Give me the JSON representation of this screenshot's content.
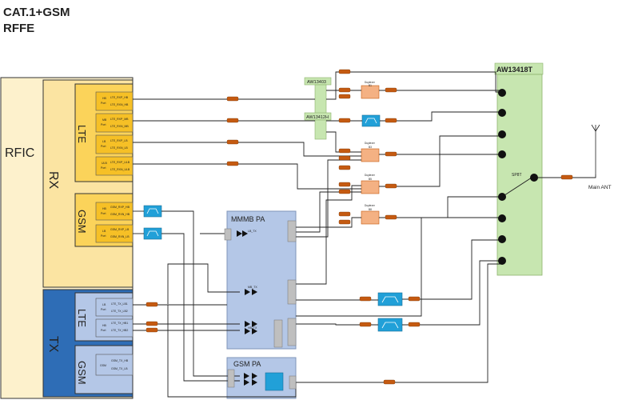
{
  "title": {
    "line1": "CAT.1+GSM",
    "line2": "RFFE"
  },
  "rfic": {
    "label": "RFIC"
  },
  "rx": {
    "label": "RX",
    "lte": {
      "label": "LTE",
      "ports": [
        {
          "tag1": "HB",
          "tag2": "Port",
          "p": "LTE_RXP_HB",
          "n": "LTE_RXN_HB"
        },
        {
          "tag1": "MB",
          "tag2": "Port",
          "p": "LTE_RXP_MB",
          "n": "LTE_RXN_MB"
        },
        {
          "tag1": "LB",
          "tag2": "Port",
          "p": "LTE_RXP_LB",
          "n": "LTE_RXN_LB"
        },
        {
          "tag1": "ULB",
          "tag2": "Port",
          "p": "LTE_RXP_ULB",
          "n": "LTE_RXN_ULB"
        }
      ]
    },
    "gsm": {
      "label": "GSM",
      "ports": [
        {
          "tag1": "HB",
          "tag2": "Port",
          "p": "GSM_RXP_HB",
          "n": "GSM_RXN_HB"
        },
        {
          "tag1": "LB",
          "tag2": "Port",
          "p": "GSM_RXP_LB",
          "n": "GSM_RXN_LB"
        }
      ]
    }
  },
  "tx": {
    "label": "TX",
    "lte": {
      "label": "LTE",
      "ports": [
        {
          "tag1": "LB",
          "tag2": "Port",
          "a": "LTE_TX_LB1",
          "b": "LTE_TX_LB2"
        },
        {
          "tag1": "HB",
          "tag2": "Port",
          "a": "LTE_TX_HB1",
          "b": "LTE_TX_HB2"
        }
      ]
    },
    "gsm": {
      "label": "GSM",
      "ports": [
        {
          "tag1": "GSM",
          "tag2": "",
          "a": "GSM_TX_HB",
          "b": "GSM_TX_LB"
        }
      ]
    }
  },
  "mmmb_pa": {
    "label": "MMMB PA",
    "lb_tx": "LB_TX",
    "mb_tx": "MB_TX",
    "hb_tx": "HB_TX"
  },
  "gsm_pa": {
    "label": "GSM PA"
  },
  "switch1": {
    "label": "AW13403"
  },
  "switch2": {
    "label": "AW13412H"
  },
  "sp8t": {
    "label": "AW13418T",
    "inner": "SP8T"
  },
  "antenna": {
    "label": "Main ANT"
  },
  "duplexers": [
    {
      "label": "Duplexer",
      "band": "B1"
    },
    {
      "label": "Duplexer",
      "band": "B3"
    },
    {
      "label": "Duplexer",
      "band": "B5"
    },
    {
      "label": "Duplexer",
      "band": "B8"
    }
  ],
  "colors": {
    "rfic": "#fdf1cc",
    "rx": "#fbe4a2",
    "rx_inner": "#fbd35a",
    "port": "#f6c026",
    "tx": "#2e6db6",
    "tx_inner": "#b4c7e7",
    "pa": "#b4c7e7",
    "switch": "#c7e6b0",
    "filter": "#21a0d8",
    "duplexer": "#f4b183",
    "resistor": "#c55a11"
  }
}
